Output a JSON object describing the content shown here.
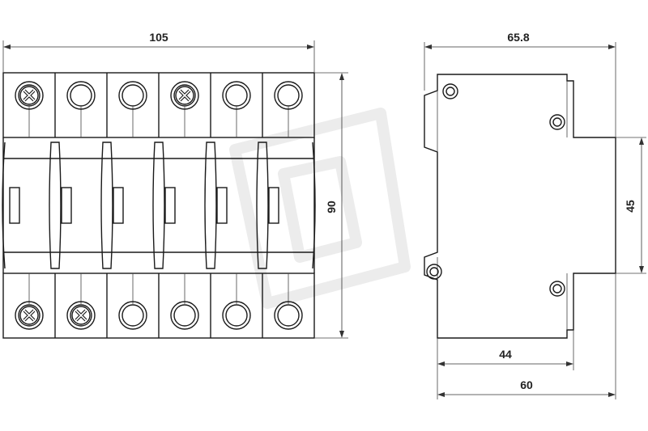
{
  "dimensions": {
    "front_width": "105",
    "front_height": "90",
    "side_depth": "65.8",
    "side_front_height": "45",
    "side_rail_depth": "44",
    "side_total_depth": "60"
  },
  "front_view": {
    "poles": 6,
    "top_terminal_types": [
      "cross",
      "round",
      "round",
      "cross",
      "round",
      "round"
    ],
    "bottom_terminal_types": [
      "cross",
      "cross",
      "round",
      "round",
      "round",
      "round"
    ]
  },
  "colors": {
    "line": "#1a1a1a",
    "watermark": "#ececec"
  }
}
